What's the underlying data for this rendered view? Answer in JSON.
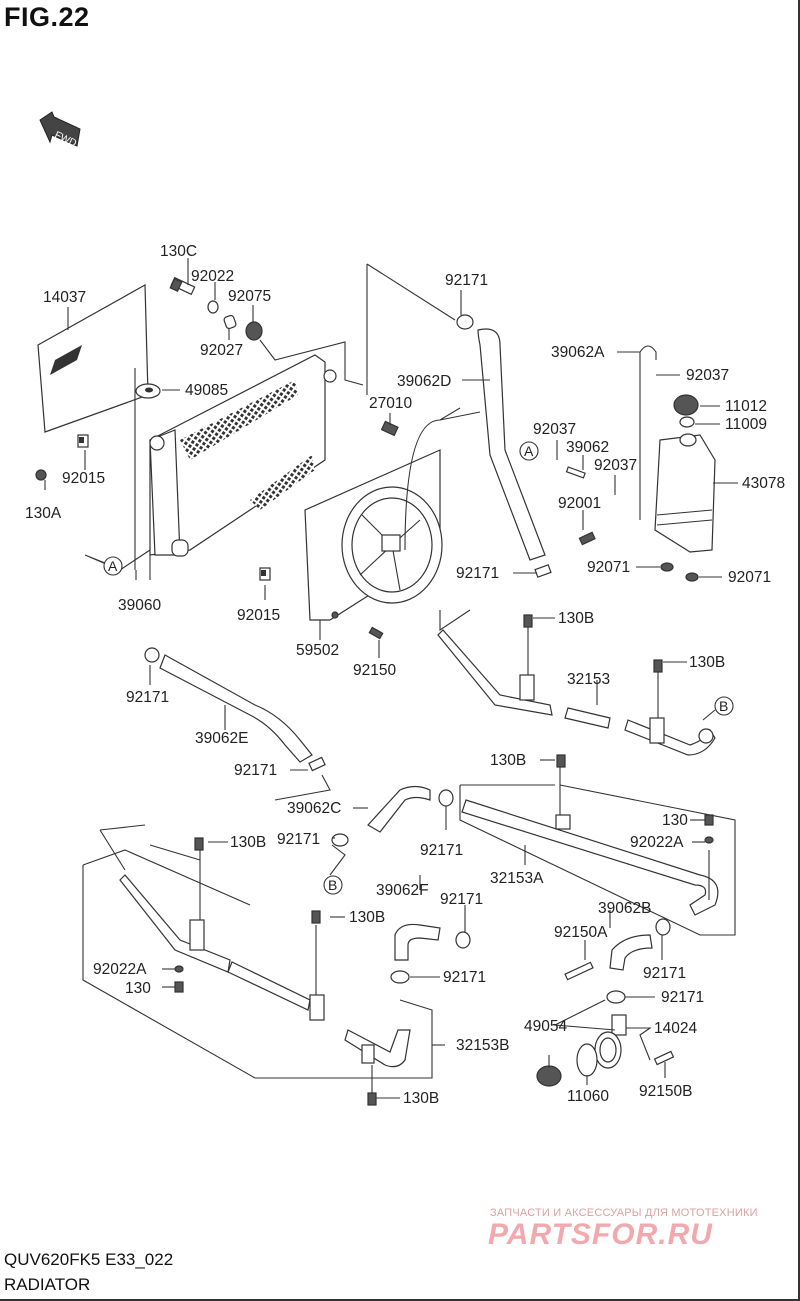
{
  "figure": {
    "title": "FIG.22",
    "direction_badge": "FWD",
    "model_code": "QUV620FK5 E33_022",
    "section_name": "RADIATOR"
  },
  "watermark": {
    "subtitle": "ЗАПЧАСТИ И АКСЕССУАРЫ ДЛЯ МОТОТЕХНИКИ",
    "brand": "PARTSFOR.RU",
    "color": "#f2a9ad"
  },
  "reference_markers": [
    "A",
    "B"
  ],
  "parts": {
    "p130C": "130C",
    "p92022": "92022",
    "p92075": "92075",
    "p14037": "14037",
    "p92027": "92027",
    "p49085": "49085",
    "p92015_a": "92015",
    "p130A": "130A",
    "p39060": "39060",
    "p92015_b": "92015",
    "p27010": "27010",
    "p92171_top": "92171",
    "p39062D": "39062D",
    "p39062A": "39062A",
    "p92037_a": "92037",
    "p11012": "11012",
    "p11009": "11009",
    "p92037_b": "92037",
    "p39062": "39062",
    "p92037_c": "92037",
    "p43078": "43078",
    "p92001": "92001",
    "p92071_a": "92071",
    "p92071_b": "92071",
    "p92171_mid": "92171",
    "p59502": "59502",
    "p92150": "92150",
    "p130B_1": "130B",
    "p130B_2": "130B",
    "p32153": "32153",
    "p92171_left": "92171",
    "p39062E": "39062E",
    "p92171_e": "92171",
    "p130B_3": "130B",
    "p39062C": "39062C",
    "p92171_c": "92171",
    "p92171_b": "92171",
    "p32153A": "32153A",
    "p130": "130",
    "p92022A": "92022A",
    "p130B_4": "130B",
    "p39062F": "39062F",
    "p92171_f1": "92171",
    "p130B_5": "130B",
    "p92171_f2": "92171",
    "p39062B": "39062B",
    "p92150A": "92150A",
    "p92171_g": "92171",
    "p92171_h": "92171",
    "p92022A_b": "92022A",
    "p130_b": "130",
    "p49054": "49054",
    "p14024": "14024",
    "p32153B": "32153B",
    "p11060": "11060",
    "p92150B": "92150B",
    "p130B_6": "130B"
  }
}
